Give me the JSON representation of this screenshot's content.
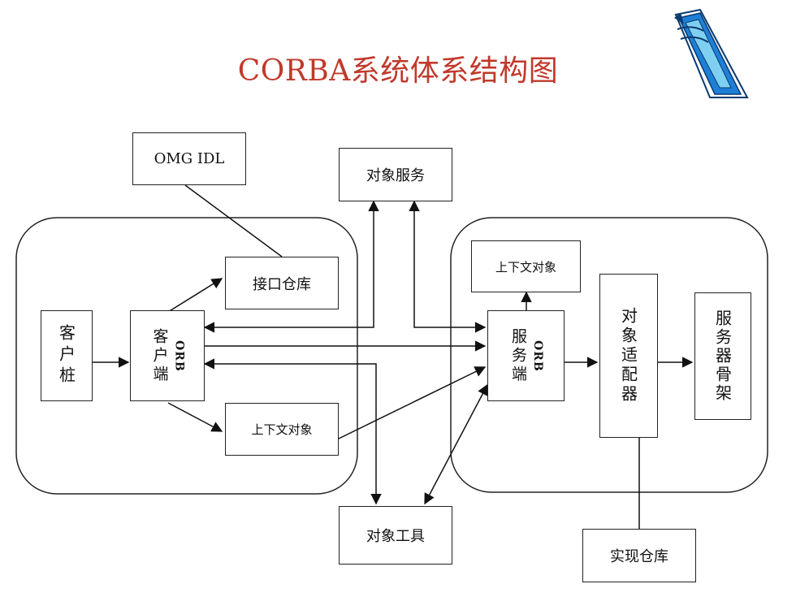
{
  "title": "CORBA系统体系结构图",
  "colors": {
    "title": "#c0392b",
    "stroke": "#222222",
    "logo_blue": "#1e7fd6",
    "logo_light": "#7fd0f0"
  },
  "logo": {
    "icon": "stylized-blue-banner-icon"
  },
  "nodes": {
    "omg_idl": "OMG IDL",
    "object_services": "对象服务",
    "interface_repo": "接口仓库",
    "client_stub": "客户桩",
    "client_orb_main": "客户端",
    "client_orb_side": "ORB",
    "client_context": "上下文对象",
    "server_context": "上下文对象",
    "server_orb_main": "服务端",
    "server_orb_side": "ORB",
    "object_adapter": "对象适配器",
    "server_skeleton": "服务器骨架",
    "object_tools": "对象工具",
    "impl_repo": "实现仓库"
  }
}
